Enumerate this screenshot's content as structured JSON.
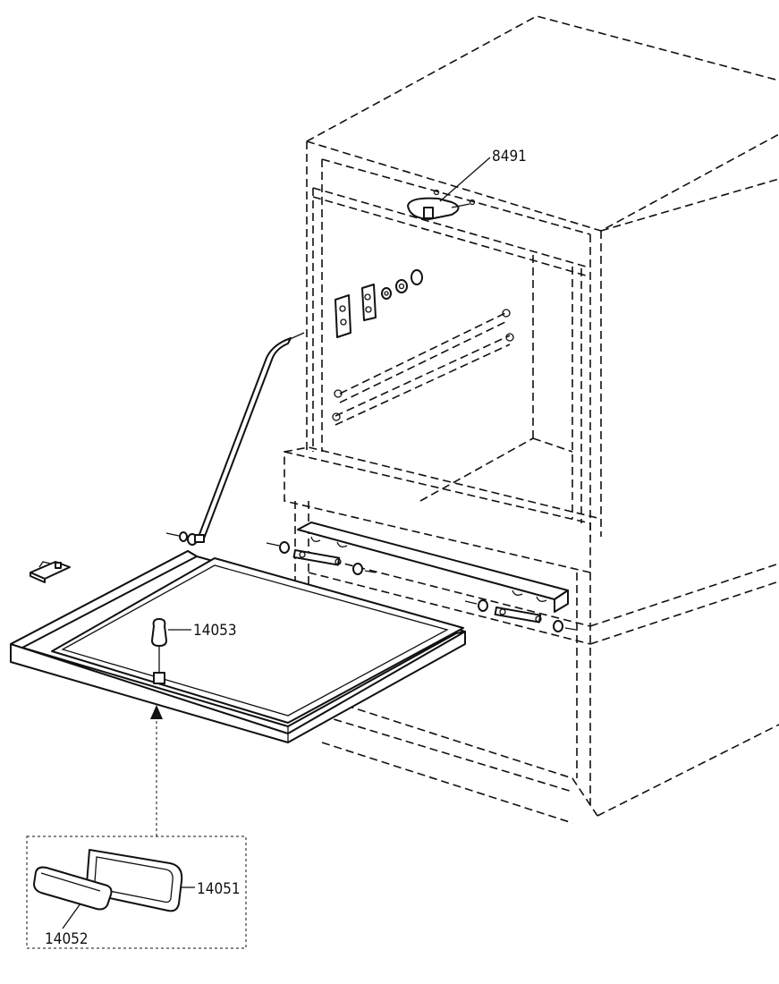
{
  "callouts": {
    "part_8491": "8491",
    "part_14053": "14053",
    "part_14051": "14051",
    "part_14052": "14052"
  },
  "colors": {
    "line": "#111111",
    "background": "#ffffff"
  }
}
